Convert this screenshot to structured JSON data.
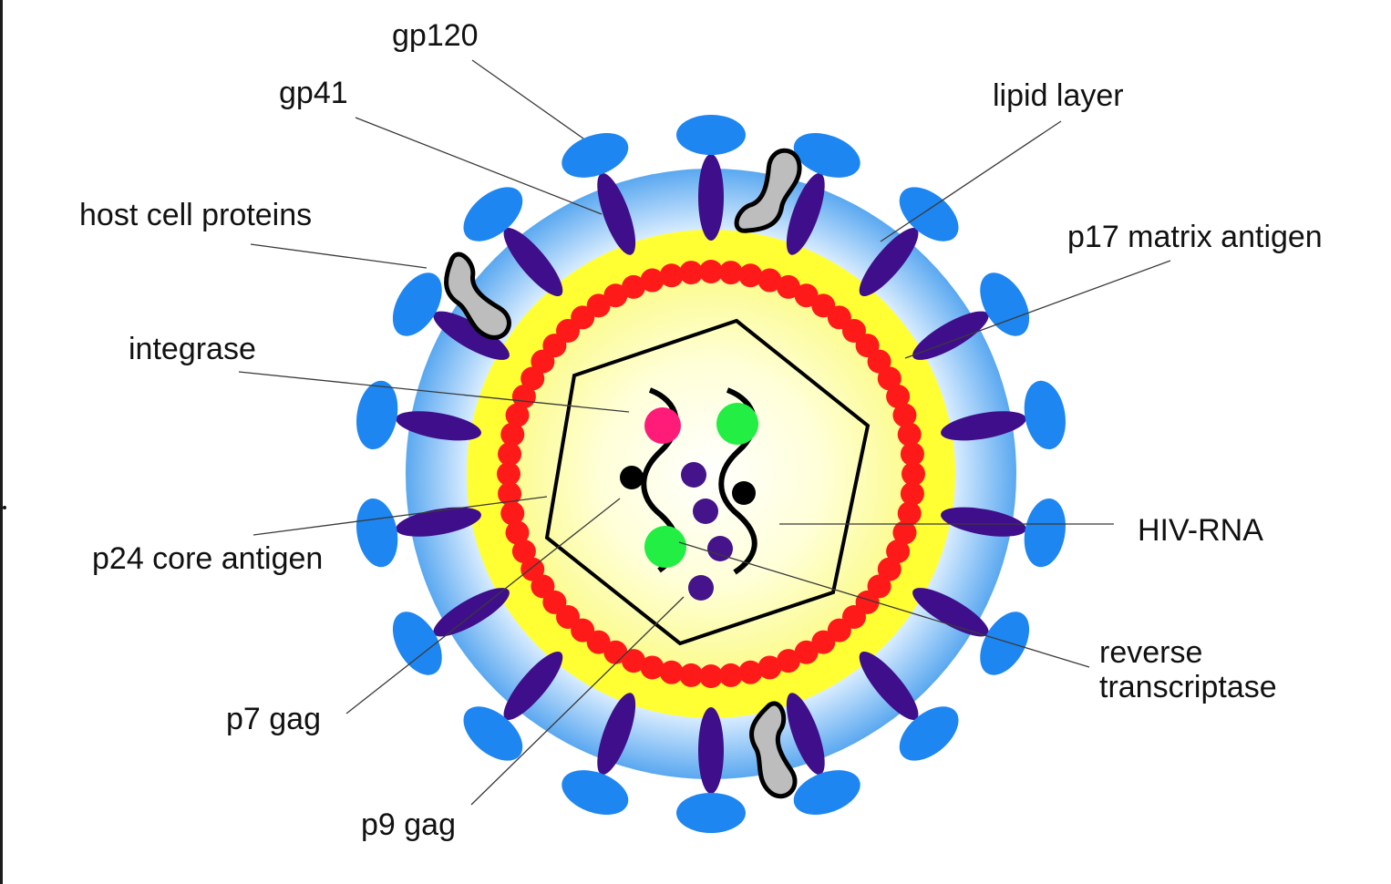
{
  "title": "HIV virion structure",
  "colors": {
    "gp120": "#1e86f0",
    "gp41": "#3f0e8a",
    "lipid_layer_outer": "#5aa8f0",
    "lipid_layer_inner": "#d8ecff",
    "yellow_layer": "#ffff33",
    "p17_matrix": "#ff1a1a",
    "core_fill_center": "#ffffff",
    "core_fill_edge": "#fbfb8c",
    "host_protein": "#bdbdbd",
    "integrase": "#ff1b78",
    "reverse_transcriptase": "#22ee44",
    "p9_gag": "#45148a",
    "p7_gag": "#000000",
    "rna": "#000000"
  },
  "labels": {
    "gp120": "gp120",
    "gp41": "gp41",
    "host_cell_proteins": "host cell proteins",
    "integrase": "integrase",
    "p24_core_antigen": "p24 core antigen",
    "p7_gag": "p7 gag",
    "p9_gag": "p9 gag",
    "lipid_layer": "lipid layer",
    "p17_matrix_antigen": "p17 matrix antigen",
    "hiv_rna": "HIV-RNA",
    "reverse_transcriptase_line1": "reverse",
    "reverse_transcriptase_line2": "transcriptase"
  },
  "spike_count": 18,
  "host_protein_count": 3
}
